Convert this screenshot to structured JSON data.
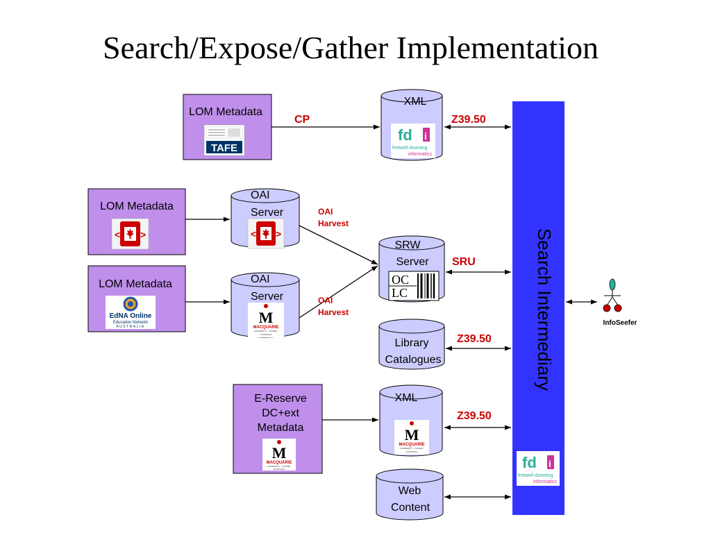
{
  "title": "Search/Expose/Gather Implementation",
  "colors": {
    "purple_box": "#BF8FEB",
    "cylinder": "#CCCCFF",
    "intermediary": "#3333FF",
    "red_label": "#CC0000",
    "logo_teal": "#2AAE9A",
    "logo_magenta": "#CC3399",
    "logo_red": "#CC0000",
    "logo_navy": "#003366"
  },
  "sources": {
    "tafe": {
      "label": "LOM Metadata",
      "logo_icon": "tafe-logo",
      "logo_text": "TAFE"
    },
    "canada": {
      "label": "LOM Metadata",
      "logo_icon": "canada-flag-logo"
    },
    "edna": {
      "label": "LOM Metadata",
      "logo_icon": "edna-online-logo",
      "logo_line1": "EdNA Online",
      "logo_line2": "Education Network",
      "logo_line3": "AUSTRALIA"
    },
    "ereserve": {
      "line1": "E-Reserve",
      "line2": "DC+ext",
      "line3": "Metadata",
      "logo_icon": "macquarie-logo"
    }
  },
  "stores": {
    "xml_top": {
      "label": "XML",
      "logo_icon": "fdi-logo"
    },
    "oai_1": {
      "line1": "OAI",
      "line2": "Server",
      "logo_icon": "canada-flag-logo"
    },
    "oai_2": {
      "line1": "OAI",
      "line2": "Server",
      "logo_icon": "macquarie-logo"
    },
    "srw": {
      "line1": "SRW",
      "line2": "Server",
      "logo_icon": "oclc-logo"
    },
    "library": {
      "line1": "Library",
      "line2": "Catalogues"
    },
    "xml_bottom": {
      "label": "XML",
      "logo_icon": "macquarie-logo"
    },
    "web": {
      "line1": "Web",
      "line2": "Content"
    }
  },
  "protocols": {
    "cp": "CP",
    "z3950_top": "Z39.50",
    "oai_harvest_1": {
      "line1": "OAI",
      "line2": "Harvest"
    },
    "oai_harvest_2": {
      "line1": "OAI",
      "line2": "Harvest"
    },
    "sru": "SRU",
    "z3950_library": "Z39.50",
    "z3950_xml": "Z39.50"
  },
  "logos": {
    "fdi": {
      "mark": "fd",
      "mark_i": "i",
      "line1": "fretwell-downing",
      "line2": "informatics"
    },
    "macquarie": {
      "mark": "M",
      "name": "MACQUARIE",
      "sub1": "UNIVERSITY – SYDNEY",
      "sub2": "AUSTRALIA"
    },
    "oclc": {
      "top": "OC",
      "bottom": "LC"
    }
  },
  "intermediary": {
    "label": "Search Intermediary"
  },
  "client": {
    "label": "InfoSeefer",
    "icon": "infoseefer-user-icon"
  }
}
